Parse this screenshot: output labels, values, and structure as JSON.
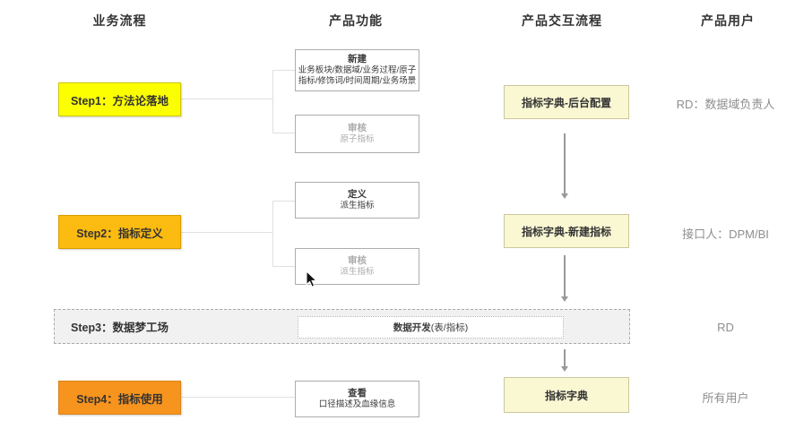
{
  "columns": {
    "business_process": "业务流程",
    "product_features": "产品功能",
    "interaction_flow": "产品交互流程",
    "product_users": "产品用户"
  },
  "steps": {
    "step1": {
      "label": "Step1：方法论落地",
      "fill": "#FCFF00",
      "border": "#CFC400"
    },
    "step2": {
      "label": "Step2：指标定义",
      "fill": "#FBBB10",
      "border": "#D89E00"
    },
    "step3": {
      "label": "Step3：数据梦工场",
      "fill": "#F1F1F1",
      "border": "#A9A9A9"
    },
    "step4": {
      "label": "Step4：指标使用",
      "fill": "#F7941E",
      "border": "#D9831A"
    }
  },
  "functions": {
    "create": {
      "title": "新建",
      "desc": "业务板块/数据域/业务过程/原子\n指标/修饰词/时间周期/业务场景"
    },
    "review_atomic": {
      "title": "审核",
      "desc": "原子指标"
    },
    "define": {
      "title": "定义",
      "desc": "派生指标"
    },
    "review_derived": {
      "title": "审核",
      "desc": "派生指标"
    },
    "view": {
      "title": "查看",
      "desc": "口径描述及血缘信息"
    }
  },
  "dev": {
    "title": "数据开发",
    "suffix": "(表/指标)"
  },
  "interactions": {
    "backend_config": "指标字典-后台配置",
    "new_metric": "指标字典-新建指标",
    "dictionary": "指标字典"
  },
  "users": {
    "step1": "RD：数据域负责人",
    "step2": "接口人：DPM/BI",
    "step3": "RD",
    "step4": "所有用户"
  },
  "colors": {
    "interaction_fill": "#FAF8D3",
    "interaction_border": "#CBC79B",
    "arrow": "#999999",
    "connector": "#E0E0E0",
    "muted_text": "#ABABAB",
    "text": "#3A3A3A",
    "user_text": "#8E8E8E"
  }
}
